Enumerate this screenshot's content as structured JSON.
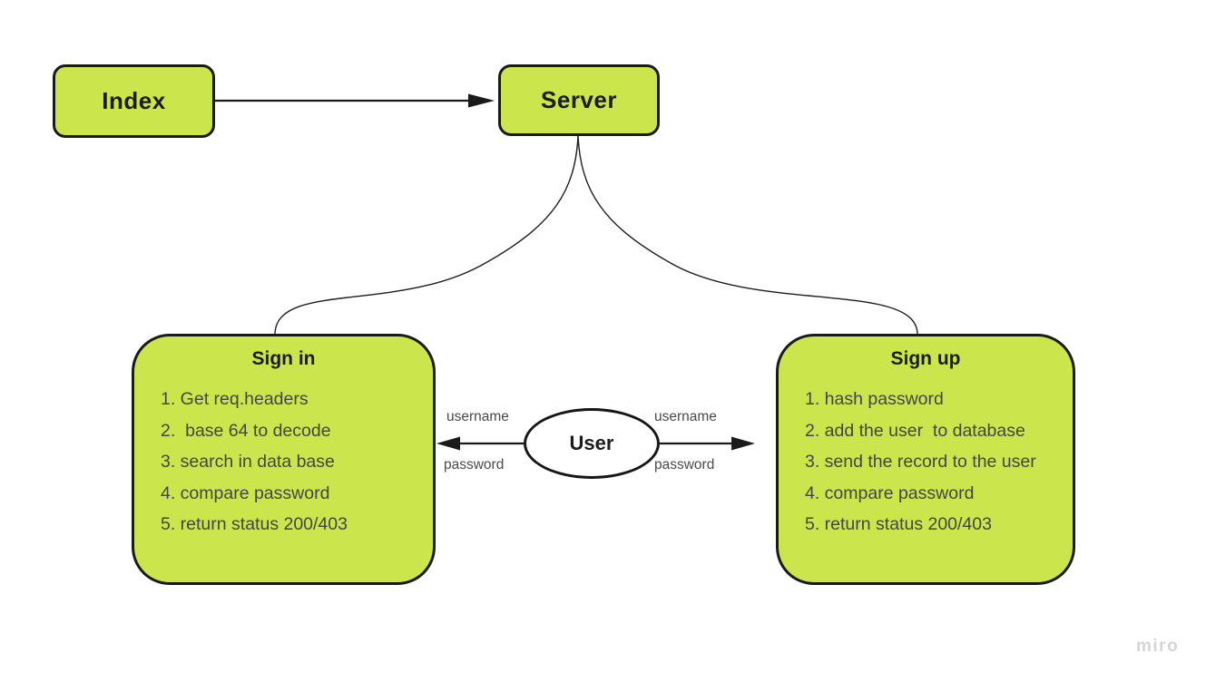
{
  "diagram": {
    "nodes": {
      "index": {
        "label": "Index"
      },
      "server": {
        "label": "Server"
      },
      "sign_in": {
        "title": "Sign in",
        "steps": [
          "1. Get req.headers",
          "2.  base 64 to decode",
          "3. search in data base",
          "4. compare password",
          "5. return status 200/403"
        ]
      },
      "sign_up": {
        "title": "Sign up",
        "steps": [
          "1. hash password",
          "2. add the user  to database",
          "3. send the record to the user",
          "4. compare password",
          "5. return status 200/403"
        ]
      },
      "user": {
        "label": "User"
      }
    },
    "edge_labels": {
      "user_to_signin_top": "username",
      "user_to_signin_bottom": "password",
      "user_to_signup_top": "username",
      "user_to_signup_bottom": "password"
    },
    "watermark": "miro",
    "colors": {
      "node_fill": "#cbe54c",
      "node_border": "#1a1a1a",
      "title_text": "#1c1c1c",
      "list_text": "#454545",
      "edge_label_text": "#4a4a4a",
      "watermark_text": "#d4d4dc",
      "background": "#ffffff"
    }
  }
}
